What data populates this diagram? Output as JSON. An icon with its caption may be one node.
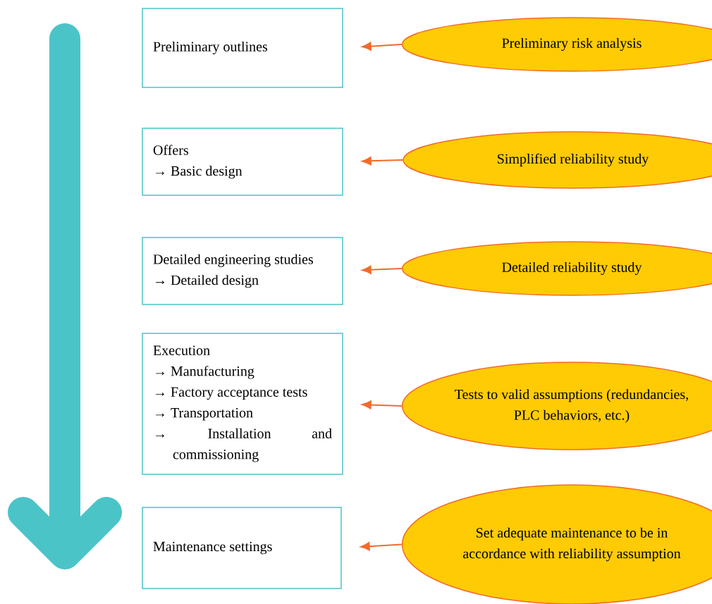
{
  "diagram": {
    "nodes": [
      {
        "text": [
          "Preliminary outlines"
        ]
      },
      {
        "text": [
          "Offers",
          "→ Basic design"
        ]
      },
      {
        "text": [
          "Detailed engineering studies",
          "→ Detailed design"
        ]
      },
      {
        "text": [
          "Execution",
          "→ Manufacturing",
          "→ Factory acceptance tests",
          "→ Transportation",
          "→ Installation and commissioning"
        ]
      },
      {
        "text": [
          "Maintenance settings"
        ]
      },
      {
        "text": [
          "Preliminary risk analysis"
        ]
      },
      {
        "text": [
          "Simplified reliability study"
        ]
      },
      {
        "text": [
          "Detailed reliability study"
        ]
      },
      {
        "text": [
          "Tests to valid assumptions (redundancies, PLC behaviors, etc.)"
        ]
      },
      {
        "text": [
          "Set adequate maintenance to be in accordance with reliability assumption"
        ]
      }
    ],
    "edges": [
      {
        "from": 5,
        "to": 0,
        "arrow": "to"
      },
      {
        "from": 6,
        "to": 1,
        "arrow": "to"
      },
      {
        "from": 7,
        "to": 2,
        "arrow": "to"
      },
      {
        "from": 8,
        "to": 3,
        "arrow": "to"
      },
      {
        "from": 9,
        "to": 4,
        "arrow": "to"
      }
    ]
  }
}
